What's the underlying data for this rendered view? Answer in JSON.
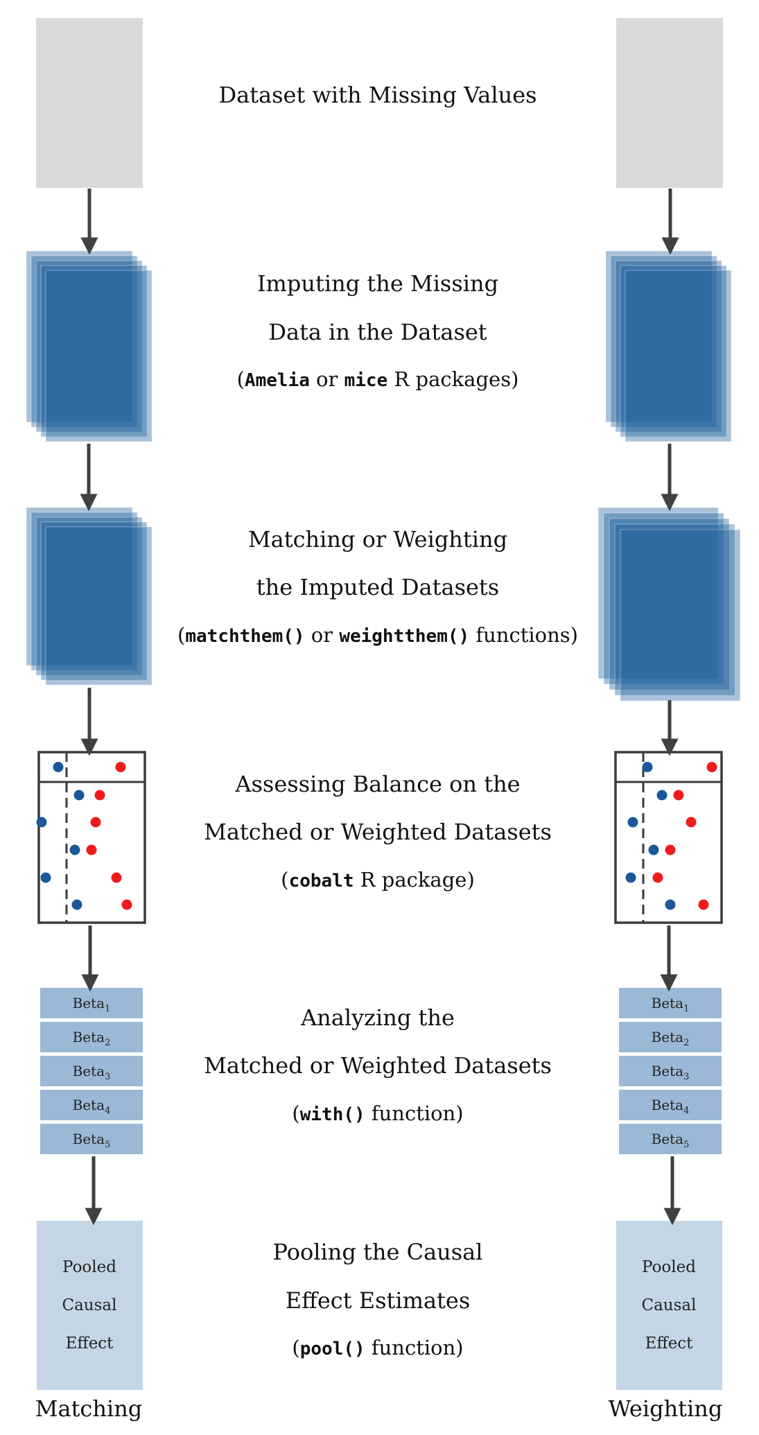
{
  "steps": [
    {
      "lines": [
        [
          {
            "t": "Dataset with Missing Values"
          }
        ]
      ]
    },
    {
      "lines": [
        [
          {
            "t": "Imputing the Missing"
          }
        ],
        [
          {
            "t": "Data in the Dataset"
          }
        ],
        [
          {
            "t": "("
          },
          {
            "t": "Amelia",
            "code": true
          },
          {
            "t": " or "
          },
          {
            "t": "mice",
            "code": true
          },
          {
            "t": " R packages)"
          }
        ]
      ]
    },
    {
      "lines": [
        [
          {
            "t": "Matching or Weighting"
          }
        ],
        [
          {
            "t": "the Imputed Datasets"
          }
        ],
        [
          {
            "t": "("
          },
          {
            "t": "matchthem()",
            "code": true
          },
          {
            "t": " or "
          },
          {
            "t": "weightthem()",
            "code": true
          },
          {
            "t": " functions)"
          }
        ]
      ]
    },
    {
      "lines": [
        [
          {
            "t": "Assessing Balance on the"
          }
        ],
        [
          {
            "t": "Matched or Weighted Datasets"
          }
        ],
        [
          {
            "t": "("
          },
          {
            "t": "cobalt",
            "code": true
          },
          {
            "t": " R package)"
          }
        ]
      ]
    },
    {
      "lines": [
        [
          {
            "t": "Analyzing the"
          }
        ],
        [
          {
            "t": "Matched or Weighted Datasets"
          }
        ],
        [
          {
            "t": "("
          },
          {
            "t": "with()",
            "code": true
          },
          {
            "t": " function)"
          }
        ]
      ]
    },
    {
      "lines": [
        [
          {
            "t": "Pooling the Causal"
          }
        ],
        [
          {
            "t": "Effect Estimates"
          }
        ],
        [
          {
            "t": "("
          },
          {
            "t": "pool()",
            "code": true
          },
          {
            "t": " function)"
          }
        ]
      ]
    }
  ],
  "beta": {
    "label": "Beta",
    "subscripts": [
      "1",
      "2",
      "3",
      "4",
      "5"
    ]
  },
  "pooled_lines": [
    "Pooled",
    "Causal",
    "Effect"
  ],
  "columns": [
    {
      "label": "Matching"
    },
    {
      "label": "Weighting"
    }
  ],
  "colors": {
    "missing_box": "#d9d9d9",
    "dataset_fill": "#1c5e9c",
    "dataset_tint": "#a9c2dc",
    "beta_fill": "#9bb9d6",
    "pooled_fill": "#c4d6e6",
    "arrow": "#404040",
    "treated_dot": "#ee1c1c",
    "control_dot": "#1a5899"
  },
  "balance_plot": {
    "matching": {
      "header": {
        "control": -0.2,
        "treated": 1.3
      },
      "rows": [
        {
          "control": 0.3,
          "treated": 0.8
        },
        {
          "control": -0.6,
          "treated": 0.7
        },
        {
          "control": 0.2,
          "treated": 0.6
        },
        {
          "control": -0.5,
          "treated": 1.2
        },
        {
          "control": 0.25,
          "treated": 1.45
        }
      ]
    },
    "weighting": {
      "header": {
        "control": 0.1,
        "treated": 1.65
      },
      "rows": [
        {
          "control": 0.45,
          "treated": 0.85
        },
        {
          "control": -0.25,
          "treated": 1.15
        },
        {
          "control": 0.25,
          "treated": 0.65
        },
        {
          "control": -0.3,
          "treated": 0.35
        },
        {
          "control": 0.65,
          "treated": 1.45
        }
      ]
    }
  }
}
